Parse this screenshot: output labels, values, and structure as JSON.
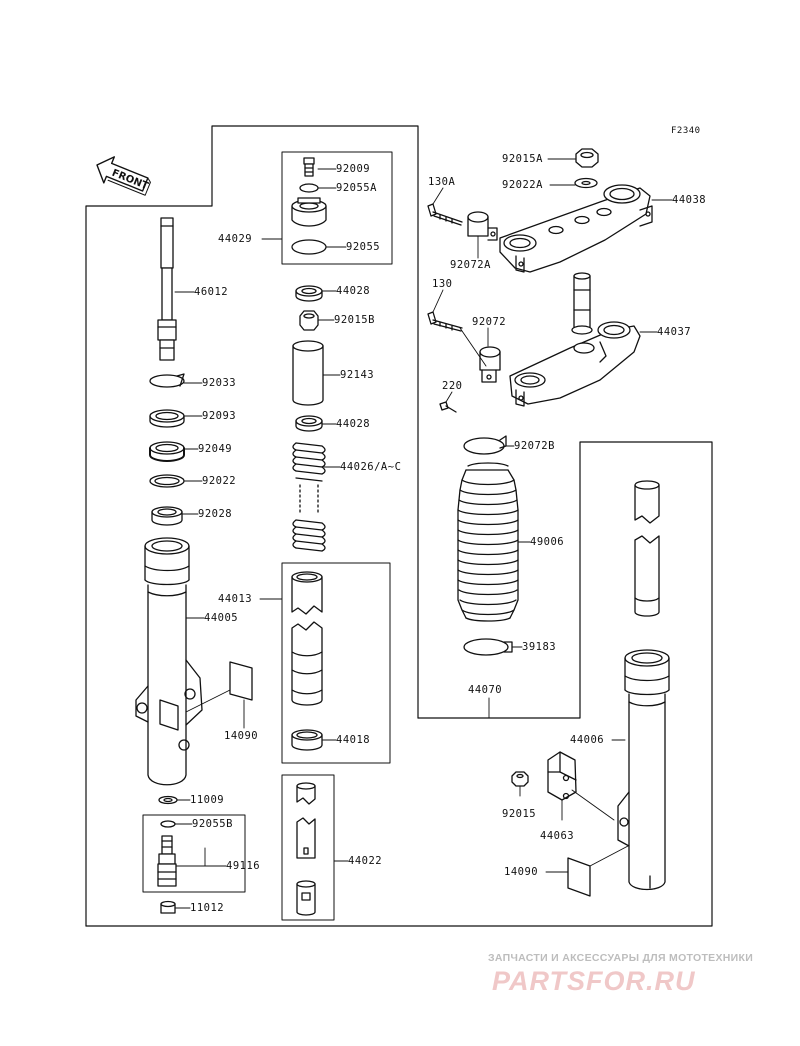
{
  "figure_code": "F2340",
  "front_label": "FRONT",
  "colors": {
    "line": "#111111",
    "watermark_text": "#bdbdbd",
    "watermark_logo": "#f0c8c8"
  },
  "parts": {
    "p92009": "92009",
    "p92055A": "92055A",
    "p44029": "44029",
    "p92055": "92055",
    "p46012": "46012",
    "p44028a": "44028",
    "p92015B": "92015B",
    "p92033": "92033",
    "p92143": "92143",
    "p92093": "92093",
    "p44028b": "44028",
    "p92049": "92049",
    "p44026": "44026/A~C",
    "p92022": "92022",
    "p92028": "92028",
    "p44013": "44013",
    "p44005": "44005",
    "p14090a": "14090",
    "p44018": "44018",
    "p11009": "11009",
    "p92055B": "92055B",
    "p49116": "49116",
    "p44022": "44022",
    "p11012": "11012",
    "p92015A": "92015A",
    "p130A": "130A",
    "p92022A": "92022A",
    "p44038": "44038",
    "p92072A": "92072A",
    "p130": "130",
    "p92072": "92072",
    "p44037": "44037",
    "p220": "220",
    "p92072B": "92072B",
    "p49006": "49006",
    "p39183": "39183",
    "p44070": "44070",
    "p44006": "44006",
    "p92015": "92015",
    "p44063": "44063",
    "p14090b": "14090"
  },
  "watermark": {
    "subtitle": "ЗАПЧАСТИ И АКСЕССУАРЫ ДЛЯ МОТОТЕХНИКИ",
    "logo": "PARTSFOR.RU"
  }
}
